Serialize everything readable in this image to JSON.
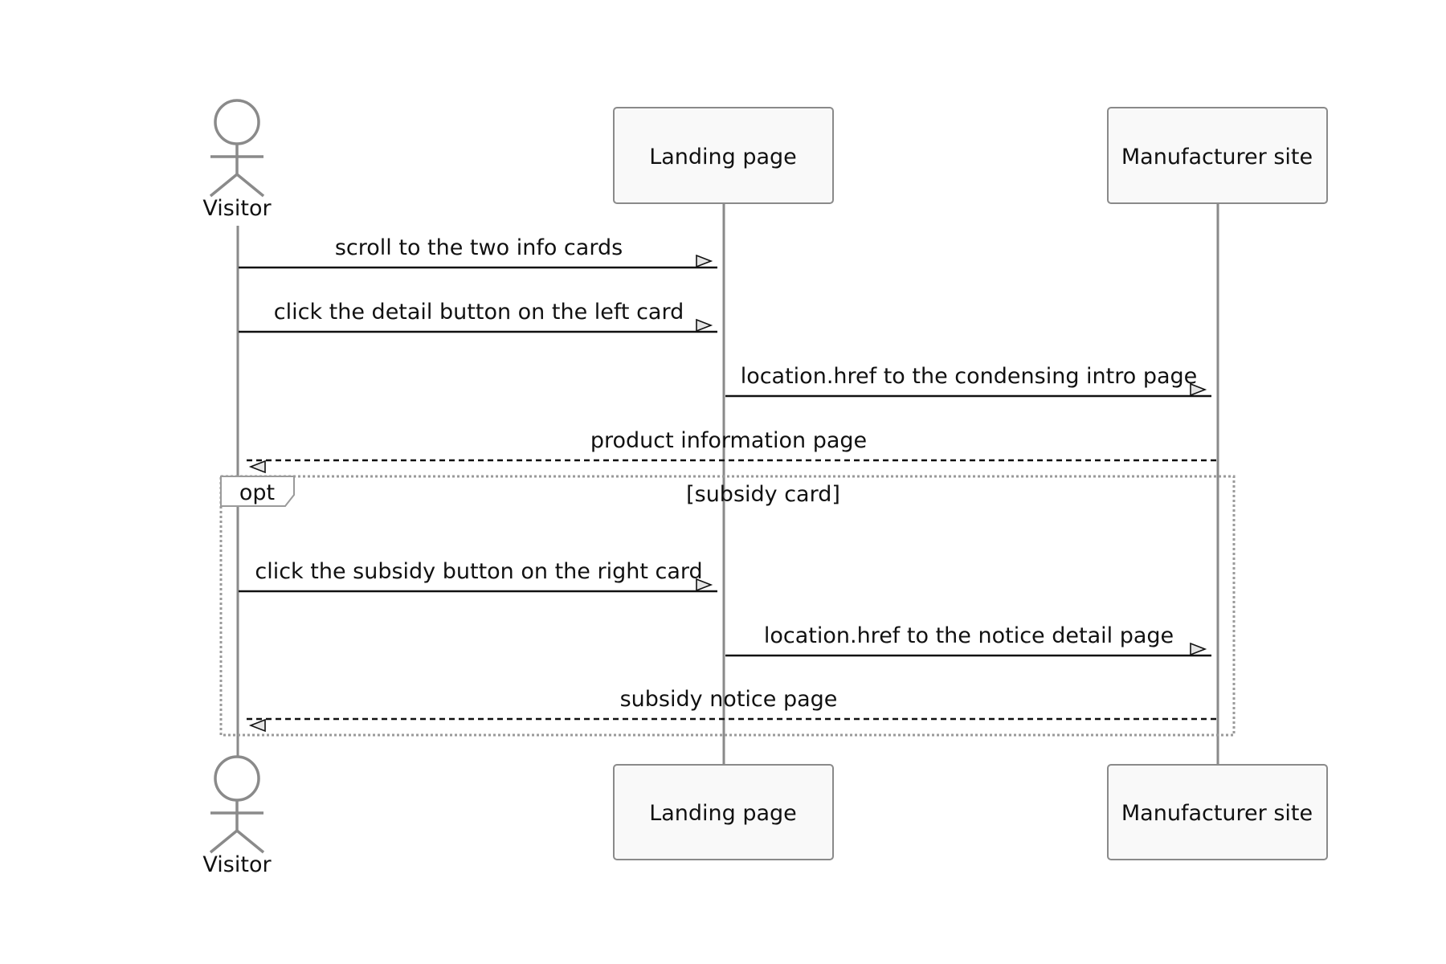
{
  "participants": {
    "visitor": {
      "label": "Visitor",
      "kind": "actor"
    },
    "landing": {
      "label": "Landing page",
      "kind": "participant"
    },
    "manufacturer": {
      "label": "Manufacturer site",
      "kind": "participant"
    }
  },
  "messages": [
    {
      "text": "scroll to the two info cards",
      "from": "visitor",
      "to": "landing",
      "style": "solid"
    },
    {
      "text": "click the detail button on the left card",
      "from": "visitor",
      "to": "landing",
      "style": "solid"
    },
    {
      "text": "location.href to the condensing intro page",
      "from": "landing",
      "to": "manufacturer",
      "style": "solid"
    },
    {
      "text": "product information page",
      "from": "manufacturer",
      "to": "visitor",
      "style": "dashed"
    },
    {
      "text": "click the subsidy button on the right card",
      "from": "visitor",
      "to": "landing",
      "style": "solid"
    },
    {
      "text": "location.href to the notice detail page",
      "from": "landing",
      "to": "manufacturer",
      "style": "solid"
    },
    {
      "text": "subsidy notice page",
      "from": "manufacturer",
      "to": "visitor",
      "style": "dashed"
    }
  ],
  "opt_frame": {
    "keyword": "opt",
    "condition": "[subsidy card]"
  },
  "colors": {
    "lifeline": "#8a8a8a",
    "box_fill": "#f9f9f9",
    "message": "#111111"
  }
}
